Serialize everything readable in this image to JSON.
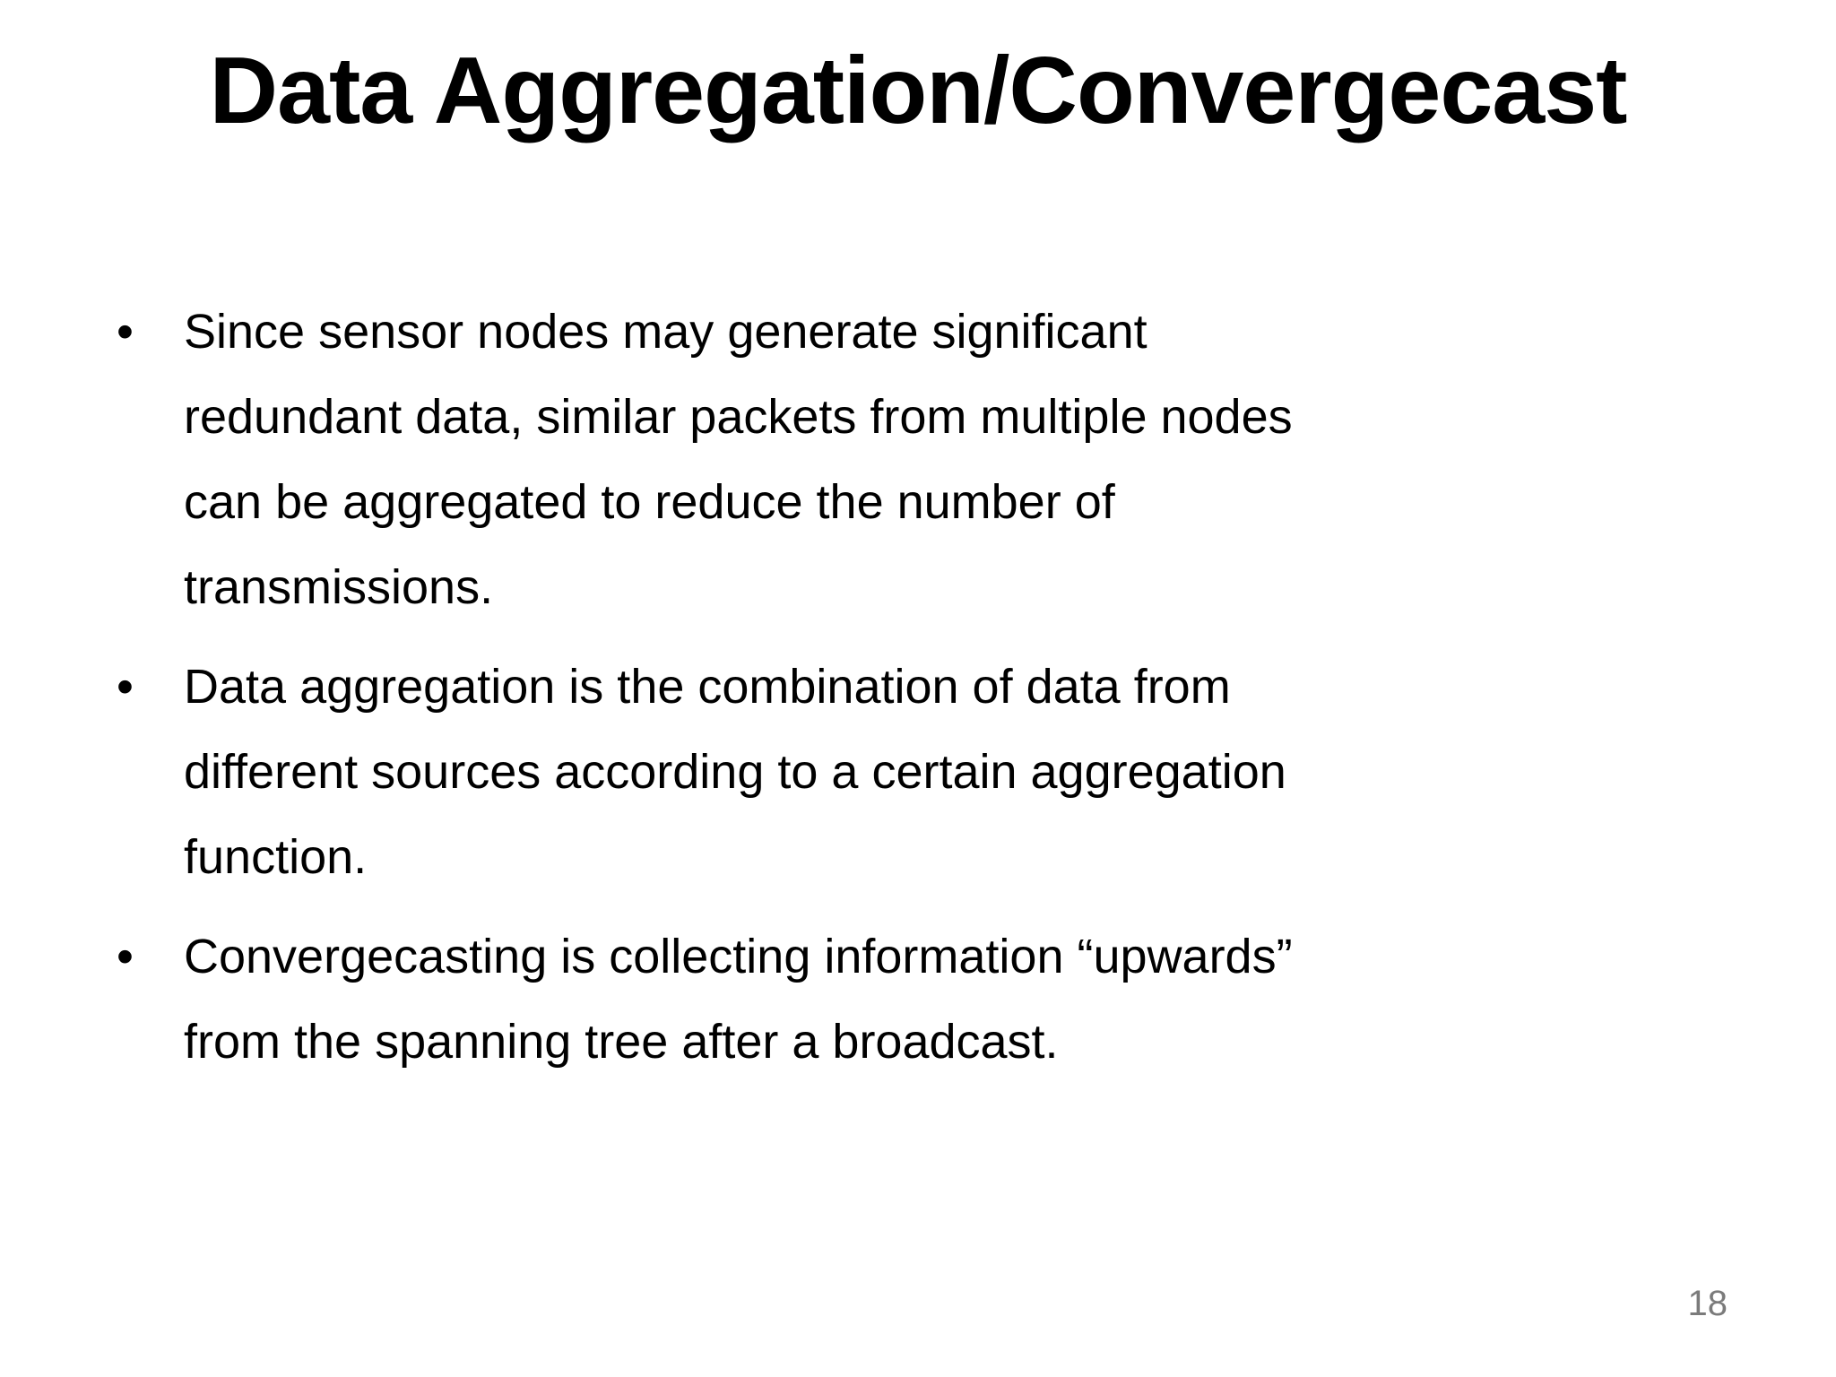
{
  "slide": {
    "title": "Data Aggregation/Convergecast",
    "bullet_marker": "•",
    "bullets": [
      {
        "lines": [
          "Since sensor nodes may generate significant",
          "redundant data, similar packets from multiple nodes",
          "can be aggregated to reduce the number of",
          "transmissions."
        ]
      },
      {
        "lines": [
          "Data aggregation is the combination of data from",
          "different sources according to a certain aggregation",
          "function."
        ]
      },
      {
        "lines": [
          "Convergecasting is collecting information “upwards”",
          "from the spanning tree after a broadcast."
        ]
      }
    ],
    "page_number": "18",
    "colors": {
      "background": "#ffffff",
      "text": "#000000",
      "page_number": "#7b7b7b"
    }
  }
}
